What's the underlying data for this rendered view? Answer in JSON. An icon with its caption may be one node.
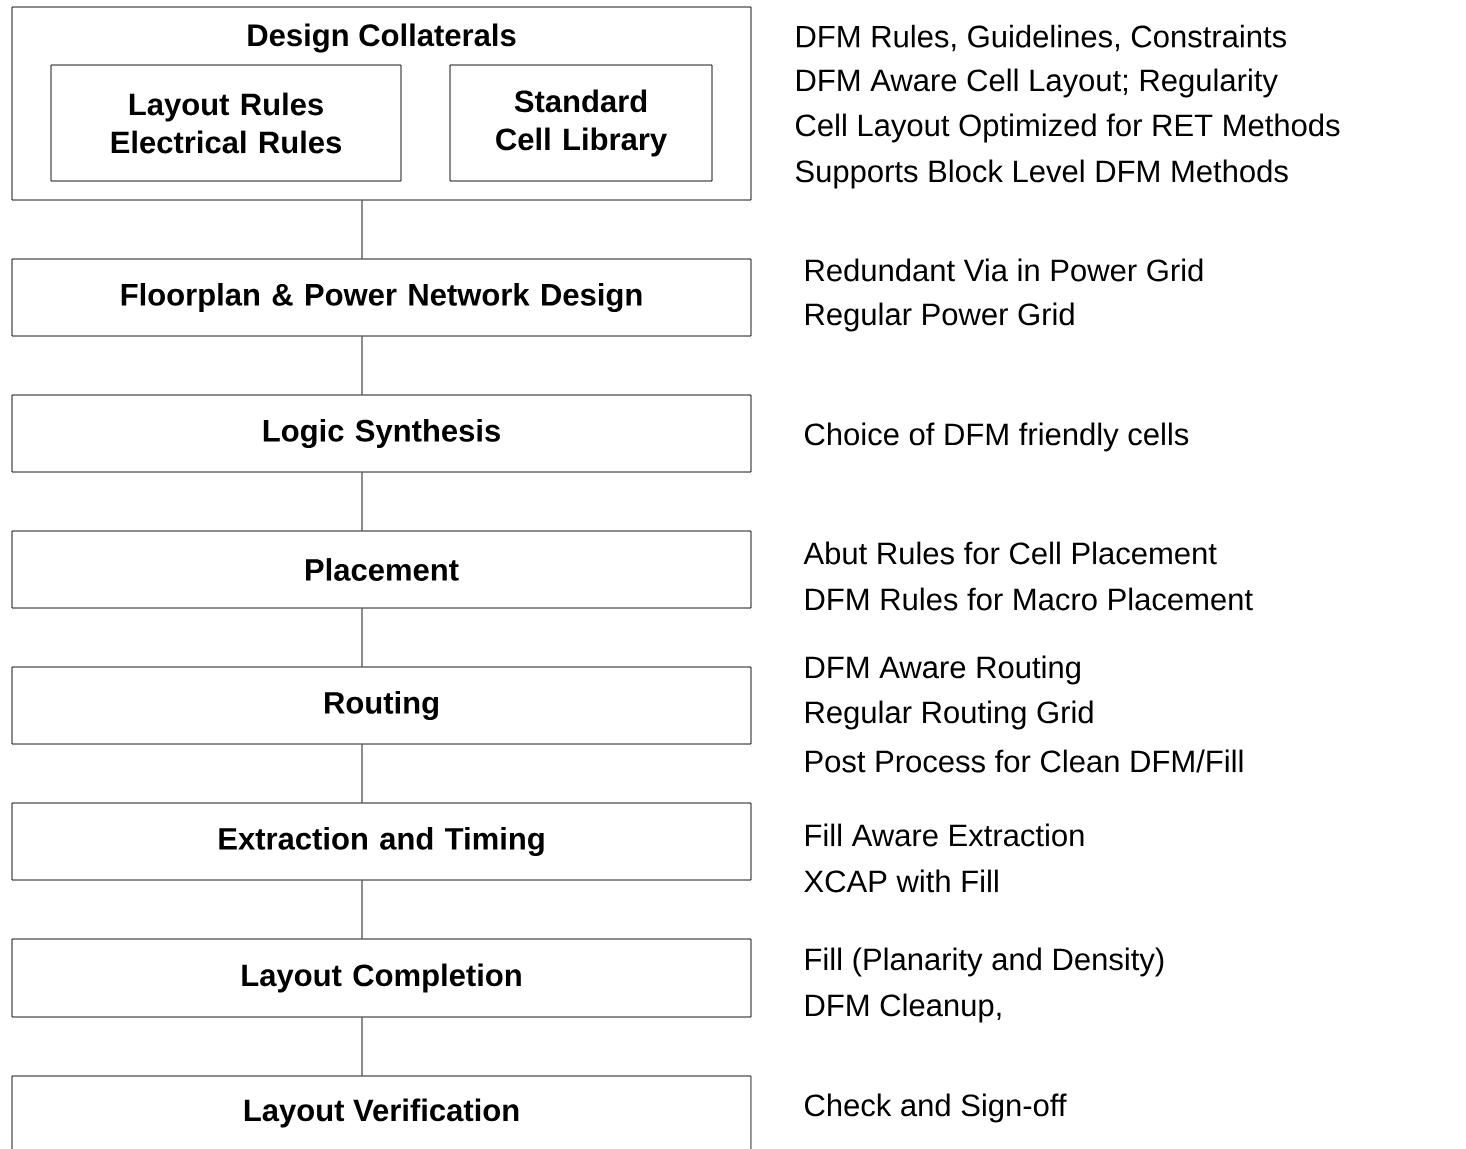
{
  "diagram": {
    "nodes": [
      {
        "text": [
          "Design Collaterals"
        ],
        "beside": [
          "DFM Rules, Guidelines, Constraints",
          "DFM Aware Cell Layout; Regularity",
          "Cell Layout Optimized for RET Methods",
          "Supports Block Level DFM Methods"
        ]
      },
      {
        "text": [
          "Layout Rules Electrical Rules"
        ],
        "in": 0
      },
      {
        "text": [
          "Standard Cell Library"
        ],
        "in": 0
      },
      {
        "text": [
          "Floorplan & Power Network Design"
        ],
        "beside": [
          "Redundant Via in Power Grid",
          "Regular Power Grid"
        ]
      },
      {
        "text": [
          "Logic Synthesis"
        ],
        "beside": [
          "Choice of DFM friendly cells"
        ]
      },
      {
        "text": [
          "Placement"
        ],
        "beside": [
          "Abut Rules for Cell Placement",
          "DFM Rules for Macro Placement"
        ]
      },
      {
        "text": [
          "Routing"
        ],
        "beside": [
          "DFM Aware Routing",
          "Regular Routing Grid",
          "Post Process for Clean DFM/Fill"
        ]
      },
      {
        "text": [
          "Extraction and Timing"
        ],
        "beside": [
          "Fill Aware Extraction",
          "XCAP with Fill"
        ]
      },
      {
        "text": [
          "Layout Completion"
        ],
        "beside": [
          "Fill (Planarity and Density)",
          "DFM Cleanup,"
        ]
      },
      {
        "text": [
          "Layout Verification"
        ],
        "beside": [
          "Check and Sign-off"
        ]
      }
    ],
    "edges": [
      {
        "from": 0,
        "to": 3,
        "arrow": "none"
      },
      {
        "from": 3,
        "to": 4,
        "arrow": "none"
      },
      {
        "from": 4,
        "to": 5,
        "arrow": "none"
      },
      {
        "from": 5,
        "to": 6,
        "arrow": "none"
      },
      {
        "from": 6,
        "to": 7,
        "arrow": "none"
      },
      {
        "from": 7,
        "to": 8,
        "arrow": "none"
      },
      {
        "from": 8,
        "to": 9,
        "arrow": "none"
      }
    ]
  }
}
